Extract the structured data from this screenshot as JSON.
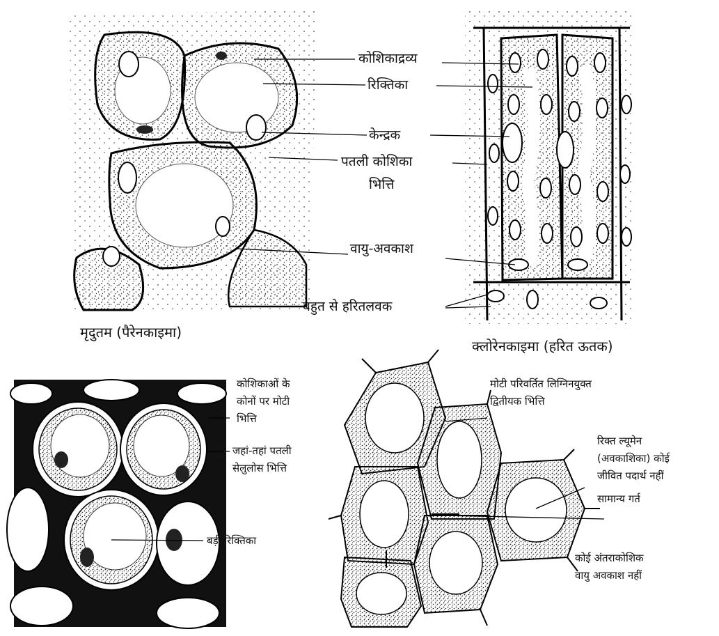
{
  "panels": {
    "parenchyma": {
      "caption": "मृदुतम (पैरेनकाइमा)",
      "labels": {
        "cytoplasm": "कोशिकाद्रव्य",
        "vacuole": "रिक्तिका",
        "nucleus": "केन्द्रक",
        "thin_wall_line1": "पतली कोशिका",
        "thin_wall_line2": "भित्ति",
        "air_space": "वायु-अवकाश"
      }
    },
    "chlorenchyma": {
      "caption": "क्लोरेनकाइमा (हरित ऊतक)",
      "labels": {
        "chloroplasts": "बहुत से हरितलवक"
      }
    },
    "collenchyma": {
      "labels": {
        "thick_corners_line1": "कोशिकाओं के",
        "thick_corners_line2": "कोनों पर मोटी",
        "thick_corners_line3": "भित्ति",
        "thin_cellulose_line1": "जहां-तहां पतली",
        "thin_cellulose_line2": "सेलुलोस भित्ति",
        "large_vacuole": "बड़ी रिक्तिका"
      }
    },
    "sclerenchyma": {
      "labels": {
        "secondary_wall_line1": "मोटी परिवर्तित लिग्निनयुक्त",
        "secondary_wall_line2": "द्वितीयक भित्ति",
        "lumen_line1": "रिक्त ल्यूमेन",
        "lumen_line2": "(अवकाशिका) कोई",
        "lumen_line3": "जीवित पदार्थ नहीं",
        "pit": "सामान्य गर्त",
        "no_air_line1": "कोई अंतराकोशिक",
        "no_air_line2": "वायु अवकाश नहीं"
      }
    }
  }
}
